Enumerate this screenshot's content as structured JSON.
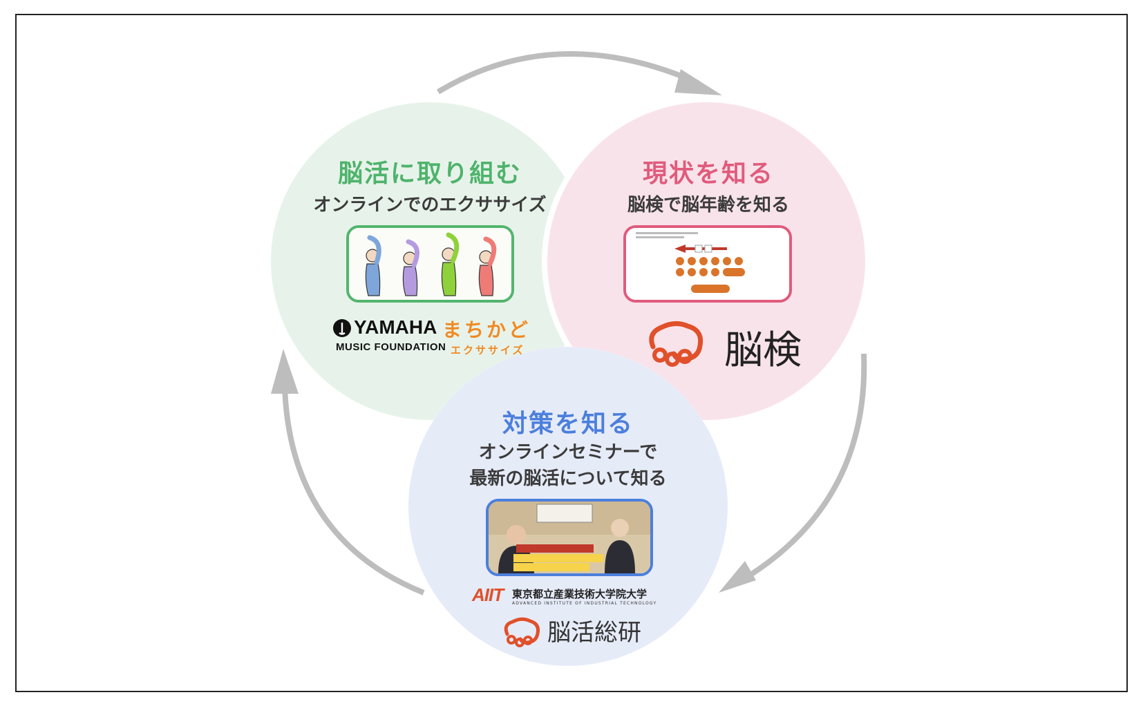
{
  "colors": {
    "green": "#4fb36c",
    "pink": "#e05b7c",
    "blue": "#4b7fdc",
    "arrow": "#bdbdbd",
    "orange": "#f08a24"
  },
  "green_section": {
    "heading": "脳活に取り組む",
    "subtext": "オンラインでのエクササイズ",
    "image": "stretching-people-illustration",
    "logo_yamaha_main": "YAMAHA",
    "logo_yamaha_sub": "MUSIC FOUNDATION",
    "logo_machikado_main": "まちかど",
    "logo_machikado_sub": "エクササイズ"
  },
  "pink_section": {
    "heading": "現状を知る",
    "subtext": "脳検で脳年齢を知る",
    "image": "brain-test-screen",
    "logo_noken": "脳検"
  },
  "blue_section": {
    "heading": "対策を知る",
    "subtext_line1": "オンラインセミナーで",
    "subtext_line2": "最新の脳活について知る",
    "image": "seminar-video-thumbnail",
    "logo_aiit_mark": "AIIT",
    "logo_aiit_name": "東京都立産業技術大学院大学",
    "logo_aiit_en": "ADVANCED INSTITUTE OF INDUSTRIAL TECHNOLOGY",
    "logo_nokatsu": "脳活総研"
  }
}
